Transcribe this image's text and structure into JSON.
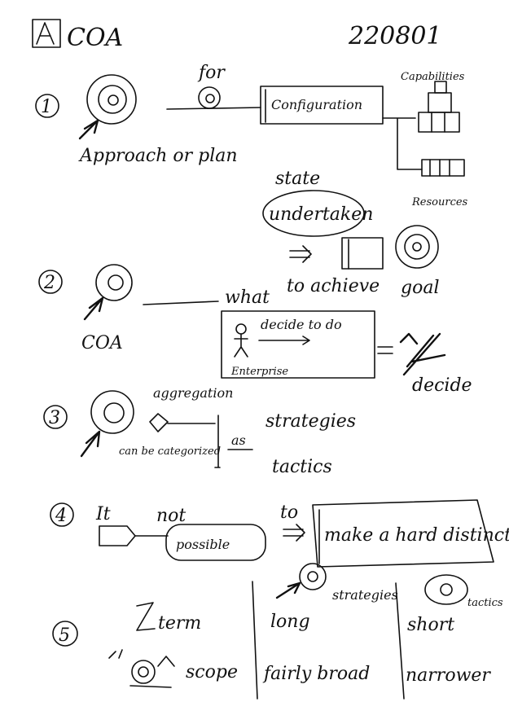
{
  "header": {
    "title": "COA",
    "date": "220801"
  },
  "sections": {
    "s1": {
      "number": "1",
      "concept_label": "Approach or plan",
      "for": "for",
      "configuration": "Configuration",
      "capabilities": "Capabilities",
      "resources": "Resources",
      "state": "state",
      "undertaken": "undertaken",
      "to_achieve": "to achieve",
      "goal": "goal"
    },
    "s2": {
      "number": "2",
      "concept_label": "COA",
      "what": "what",
      "decide_to_do": "decide to do",
      "enterprise": "Enterprise",
      "decide": "decide"
    },
    "s3": {
      "number": "3",
      "aggregation": "aggregation",
      "can_be_categorized": "can be categorized",
      "as": "as",
      "strategies": "strategies",
      "tactics": "tactics"
    },
    "s4": {
      "number": "4",
      "it": "It",
      "not": "not",
      "possible": "possible",
      "to": "to",
      "make_distinction": "make a hard distinction"
    },
    "s5": {
      "number": "5",
      "term": "term",
      "long": "long",
      "short": "short",
      "strategies": "strategies",
      "tactics": "tactics",
      "scope": "scope",
      "fairly_broad": "fairly broad",
      "narrower": "narrower"
    }
  }
}
